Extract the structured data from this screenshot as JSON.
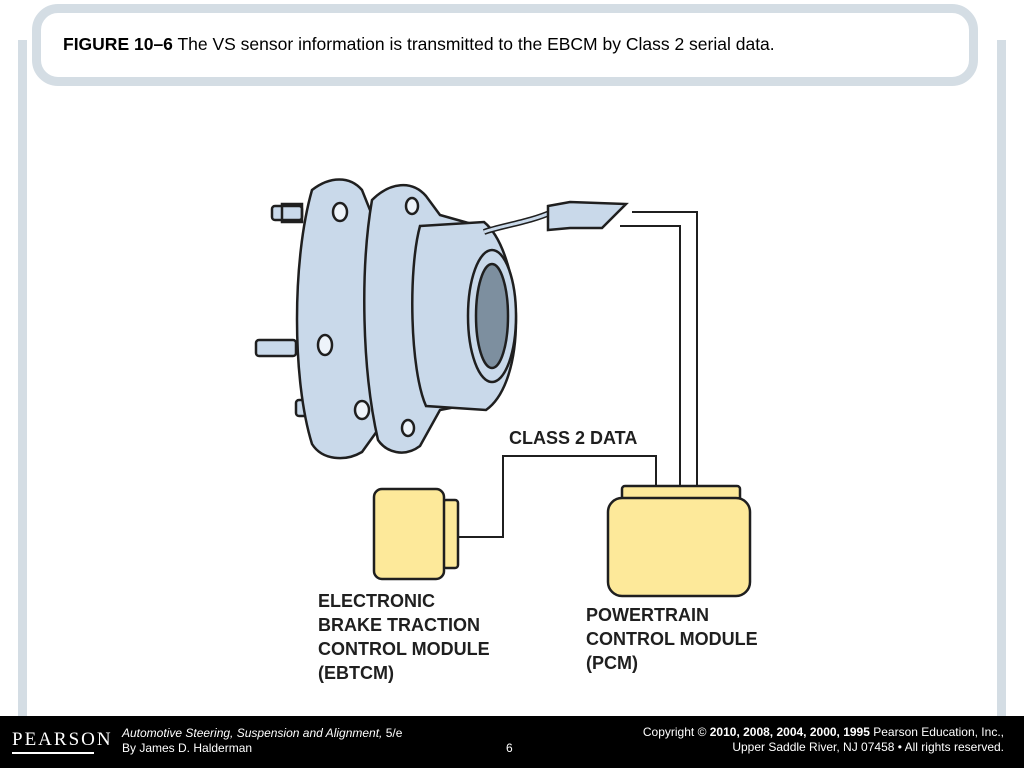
{
  "slide": {
    "figure_label": "FIGURE 10–6",
    "caption": " The VS sensor information is transmitted to the EBCM by Class 2 serial data."
  },
  "diagram": {
    "class2_label": "CLASS 2 DATA",
    "ebtcm_label": [
      "ELECTRONIC",
      "BRAKE TRACTION",
      "CONTROL MODULE",
      "(EBTCM)"
    ],
    "pcm_label": [
      "POWERTRAIN",
      "CONTROL MODULE",
      "(PCM)"
    ],
    "colors": {
      "module_fill": "#fde99a",
      "hub_fill": "#c9d9ea",
      "outline": "#1f1f1f"
    }
  },
  "footer": {
    "logo": "PEARSON",
    "book_title": "Automotive Steering, Suspension and Alignment,",
    "edition": " 5/e",
    "author": "By James D. Halderman",
    "page_number": "6",
    "copyright_prefix": "Copyright © ",
    "copyright_years": "2010, 2008, 2004, 2000, 1995",
    "copyright_holder": " Pearson Education, Inc.,",
    "address": "Upper Saddle River, NJ 07458 • All rights reserved."
  }
}
